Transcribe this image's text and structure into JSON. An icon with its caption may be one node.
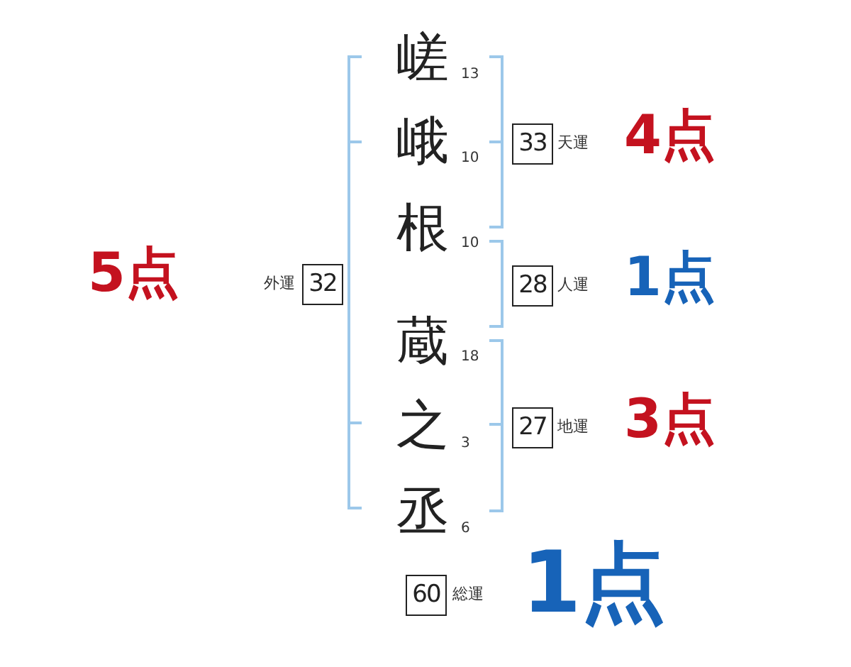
{
  "diagram": {
    "nodes": [
      {
        "text": [
          "33"
        ],
        "beside": [
          "天運",
          "4点"
        ]
      },
      {
        "text": [
          "32"
        ],
        "beside": [
          "外運",
          "5点"
        ]
      },
      {
        "text": [
          "28"
        ],
        "beside": [
          "人運",
          "1点"
        ]
      },
      {
        "text": [
          "27"
        ],
        "beside": [
          "地運",
          "3点"
        ]
      },
      {
        "text": [
          "60"
        ],
        "beside": [
          "総運",
          "1点"
        ]
      }
    ],
    "labels": [
      "嵯",
      "13",
      "峨",
      "10",
      "根",
      "10",
      "蔵",
      "18",
      "之",
      "3",
      "丞",
      "6"
    ]
  }
}
